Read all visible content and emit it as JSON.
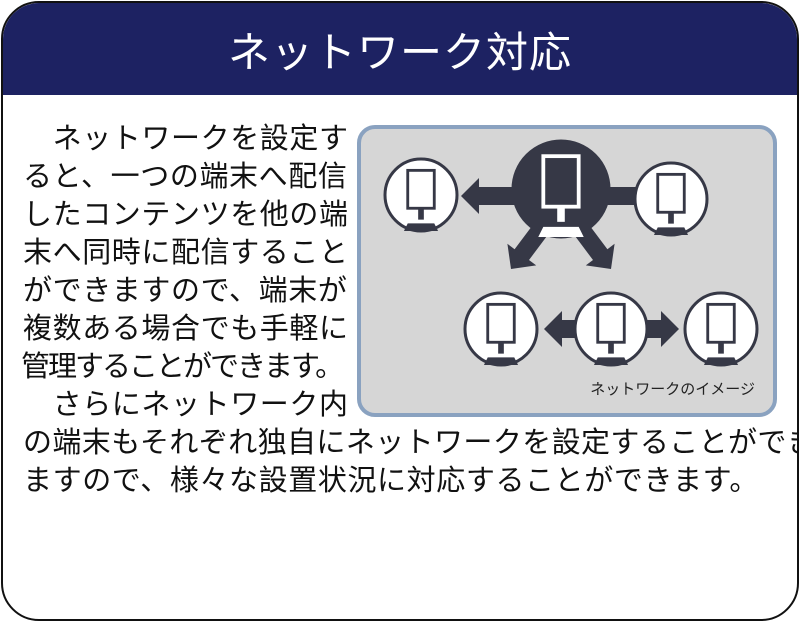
{
  "header": {
    "title": "ネットワーク対応"
  },
  "body_lines": [
    "　ネットワークを設定す",
    "ると、一つの端末へ配信",
    "したコンテンツを他の端",
    "末へ同時に配信すること",
    "ができますので、端末が",
    "複数ある場合でも手軽に",
    "管理することができます。",
    "　さらにネットワーク内",
    "の端末もそれぞれ独自にネットワークを設定することができ",
    "ますので、様々な設置状況に対応することができます。"
  ],
  "figure": {
    "caption": "ネットワークのイメージ"
  },
  "colors": {
    "header": "#1d2262",
    "figure_bg": "#d6d6d6",
    "figure_border": "#8aa2c0",
    "icon_dark": "#363846"
  }
}
